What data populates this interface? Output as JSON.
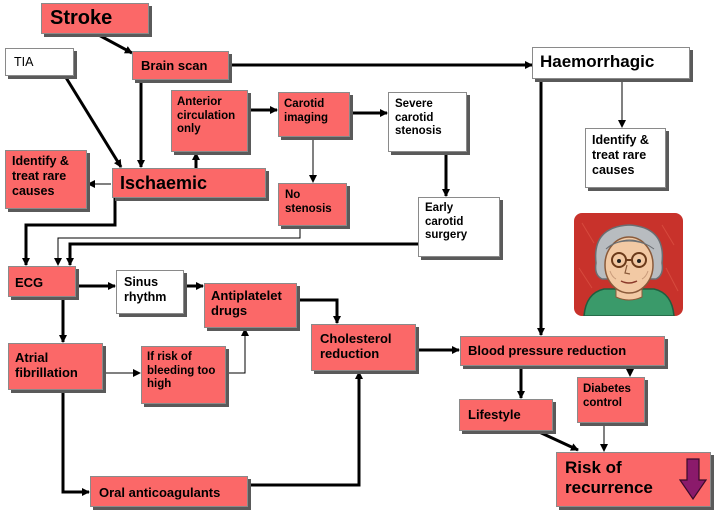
{
  "colors": {
    "box_fill": "#fb6868",
    "arrow": "#000000",
    "down_arrow": "#8b1a6b"
  },
  "nodes": {
    "stroke": "Stroke",
    "tia": "TIA",
    "brain_scan": "Brain scan",
    "haemorrhagic": "Haemorrhagic",
    "anterior": "Anterior\ncirculation\nonly",
    "carotid": "Carotid\nimaging",
    "severe": "Severe\ncarotid\nstenosis",
    "identify_left": "Identify &\ntreat rare\ncauses",
    "ischaemic": "Ischaemic",
    "identify_right": "Identify &\ntreat rare\ncauses",
    "no_stenosis": "No\nstenosis",
    "early_surgery": "Early\ncarotid\nsurgery",
    "ecg": "ECG",
    "sinus": "Sinus\nrhythm",
    "antiplatelet": "Antiplatelet\ndrugs",
    "cholesterol": "Cholesterol\nreduction",
    "atrial": "Atrial\nfibrillation",
    "bleeding": "If risk of\nbleeding too\nhigh",
    "bp": "Blood pressure reduction",
    "lifestyle": "Lifestyle",
    "diabetes": "Diabetes\ncontrol",
    "risk": "Risk of\nrecurrence",
    "oral": "Oral anticoagulants"
  },
  "icons": {
    "portrait": "elderly-woman-portrait-icon",
    "down_arrow": "down-arrow-icon"
  }
}
